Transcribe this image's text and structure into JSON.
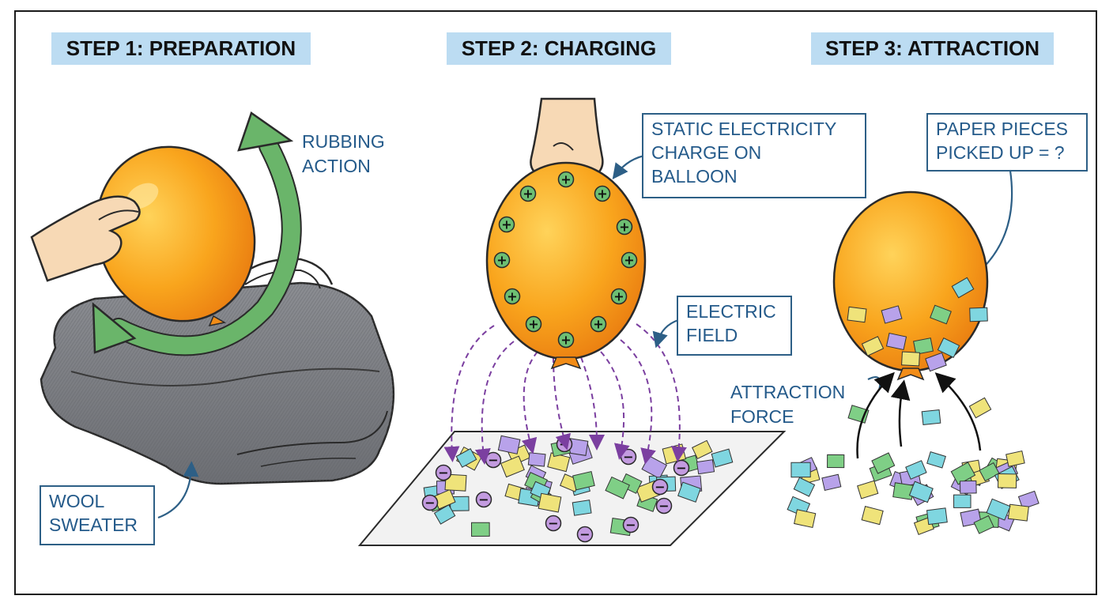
{
  "steps": [
    {
      "title": "STEP 1: PREPARATION"
    },
    {
      "title": "STEP 2: CHARGING"
    },
    {
      "title": "STEP 3: ATTRACTION"
    }
  ],
  "labels": {
    "rubbing_action": "RUBBING\nACTION",
    "wool_sweater": "WOOL\nSWEATER",
    "static_charge": "STATIC ELECTRICITY\nCHARGE ON\nBALLOON",
    "electric_field": "ELECTRIC\nFIELD",
    "attraction_force": "ATTRACTION\nFORCE",
    "paper_pieces": "PAPER PIECES\nPICKED UP = ?"
  },
  "symbols": {
    "positive": "+",
    "negative": "−"
  },
  "colors": {
    "balloon": "#f7a21b",
    "rub_arrow": "#6ab56a",
    "title_bg": "#bcdcf2",
    "callout_text": "#245a8a",
    "sweater": "#7d7f84",
    "field_line": "#7b3fa0",
    "positive_charge": "#6dbf73",
    "negative_charge": "#c39be0",
    "paper_colors": [
      "#7fd6e0",
      "#efe37a",
      "#b8a2ea",
      "#7fcf86"
    ]
  }
}
